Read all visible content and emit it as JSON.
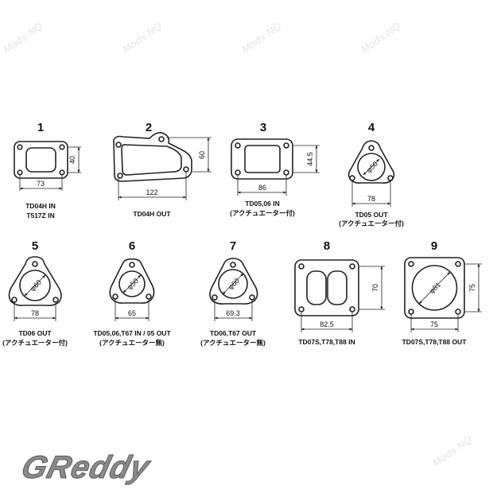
{
  "watermark": {
    "text": "Mods NQ"
  },
  "brand": {
    "logo_text": "GReddy"
  },
  "flanges": [
    {
      "number": "1",
      "label1": "TD04H IN",
      "label2": "T517Z  IN",
      "dim_w": "73",
      "dim_h": "40"
    },
    {
      "number": "2",
      "label1": "TD04H OUT",
      "label2": "",
      "dim_w": "122",
      "dim_h": "60"
    },
    {
      "number": "3",
      "label1": "TD05,06 IN",
      "label2": "(アクチュエーター付)",
      "dim_w": "86",
      "dim_h": "44.5"
    },
    {
      "number": "4",
      "label1": "TD05 OUT",
      "label2": "(アクチュエーター付)",
      "dim_w": "78",
      "dim_d": "φ50"
    },
    {
      "number": "5",
      "label1": "TD06 OUT",
      "label2": "(アクチュエーター付)",
      "dim_w": "78",
      "dim_d": "φ60"
    },
    {
      "number": "6",
      "label1": "TD05,06,T67 IN / 05 OUT",
      "label2": "(アクチュエーター無)",
      "dim_w": "65",
      "dim_d": "φ50"
    },
    {
      "number": "7",
      "label1": "TD06,T67 OUT",
      "label2": "(アクチュエーター無)",
      "dim_w": "69.3",
      "dim_d": "φ60"
    },
    {
      "number": "8",
      "label1": "TD07S,T78,T88   IN",
      "label2": "",
      "dim_w": "82.5",
      "dim_h": "70"
    },
    {
      "number": "9",
      "label1": "TD07S,T78,T88   OUT",
      "label2": "",
      "dim_w": "75",
      "dim_h": "75",
      "dim_d": "φ81"
    }
  ]
}
